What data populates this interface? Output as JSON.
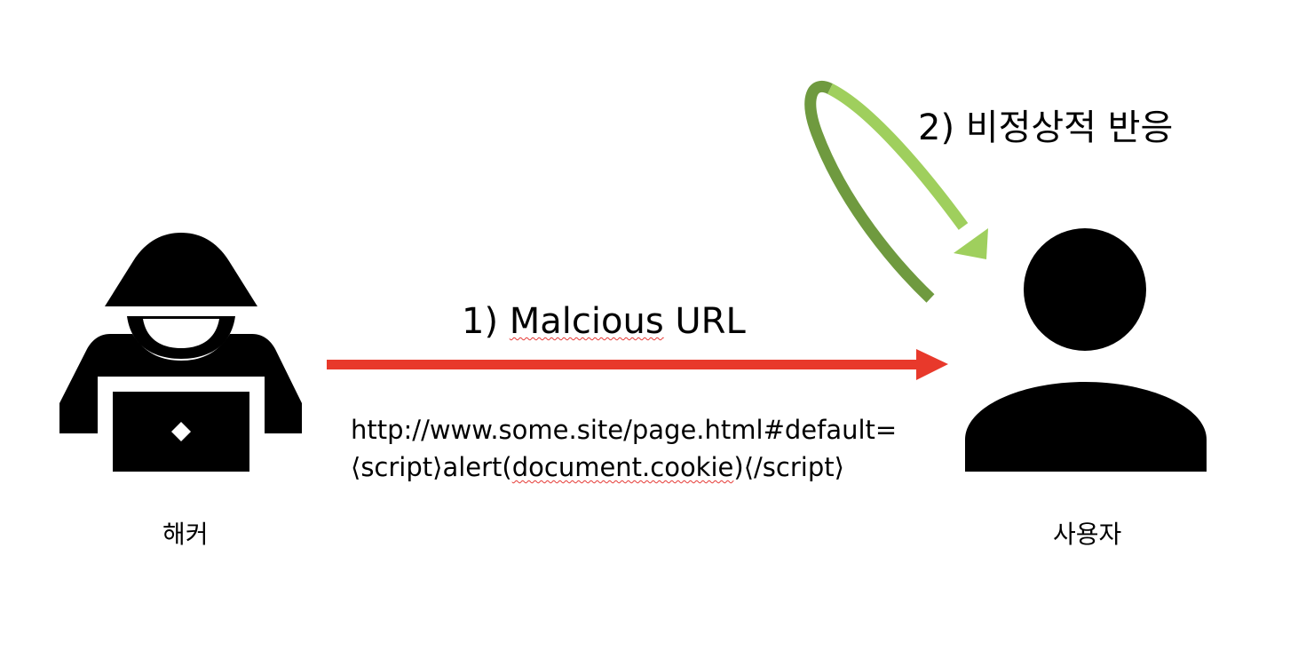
{
  "diagram": {
    "step1_prefix": "1) ",
    "step1_word": "Malcious",
    "step1_suffix": " URL",
    "step2_label": "2) 비정상적 반응",
    "url_line1": "http://www.some.site/page.html#default=",
    "url_line2_prefix": "⟨script⟩alert(",
    "url_line2_squiggle": "document.cookie",
    "url_line2_suffix": ")⟨/script⟩",
    "hacker_label": "해커",
    "user_label": "사용자"
  },
  "colors": {
    "request_arrow": "#e8392b",
    "loop_arrow_light": "#9fcf5d",
    "loop_arrow_dark": "#6f9a3f",
    "icon_fill": "#000000"
  },
  "icons": {
    "hacker": "hooded-hacker-laptop-icon",
    "user": "person-icon"
  }
}
